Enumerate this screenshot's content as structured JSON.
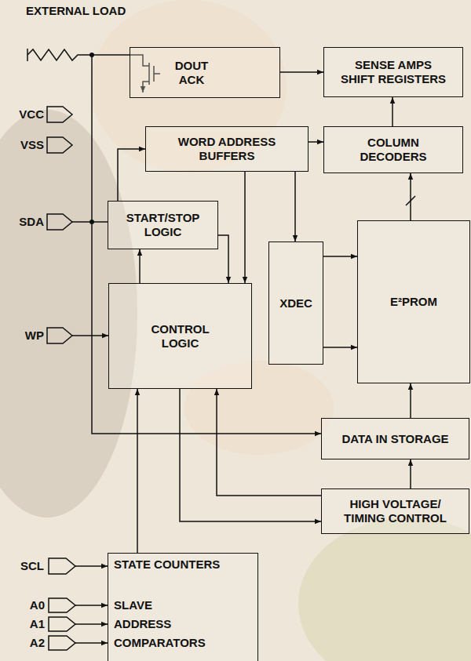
{
  "diagram": {
    "nodes": [
      {
        "text": [
          "DOUT ACK"
        ]
      },
      {
        "text": [
          "SENSE AMPS SHIFT REGISTERS"
        ]
      },
      {
        "text": [
          "WORD ADDRESS BUFFERS"
        ]
      },
      {
        "text": [
          "COLUMN DECODERS"
        ]
      },
      {
        "text": [
          "START/STOP LOGIC"
        ]
      },
      {
        "text": [
          "XDEC"
        ]
      },
      {
        "text": [
          "E²PROM"
        ]
      },
      {
        "text": [
          "CONTROL LOGIC"
        ]
      },
      {
        "text": [
          "DATA IN STORAGE"
        ]
      },
      {
        "text": [
          "HIGH VOLTAGE/ TIMING CONTROL"
        ]
      },
      {
        "text": [
          "STATE COUNTERS",
          "SLAVE ADDRESS COMPARATORS"
        ]
      }
    ],
    "edges": [
      {
        "from": 0,
        "to": 1,
        "arrow": "to"
      },
      {
        "from": 3,
        "to": 1,
        "arrow": "to"
      },
      {
        "from": 2,
        "to": 3,
        "arrow": "to"
      },
      {
        "from": 4,
        "to": 2,
        "arrow": "to"
      },
      {
        "from": 2,
        "to": 5,
        "arrow": "to"
      },
      {
        "from": 2,
        "to": 7,
        "arrow": "to"
      },
      {
        "from": 4,
        "to": 7,
        "arrow": "to"
      },
      {
        "from": 7,
        "to": 4,
        "arrow": "to"
      },
      {
        "from": 5,
        "to": 6,
        "arrow": "to"
      },
      {
        "from": 5,
        "to": 6,
        "arrow": "to"
      },
      {
        "from": 6,
        "to": 3,
        "arrow": "to"
      },
      {
        "from": 8,
        "to": 6,
        "arrow": "to"
      },
      {
        "from": 9,
        "to": 8,
        "arrow": "to"
      },
      {
        "from": 7,
        "to": 9,
        "arrow": "to"
      },
      {
        "from": 9,
        "to": 7,
        "arrow": "to"
      },
      {
        "from": 10,
        "to": 7,
        "arrow": "to"
      }
    ],
    "labels": [
      "EXTERNAL LOAD",
      "VCC",
      "VSS",
      "SDA",
      "WP",
      "SCL",
      "A0",
      "A1",
      "A2"
    ]
  }
}
